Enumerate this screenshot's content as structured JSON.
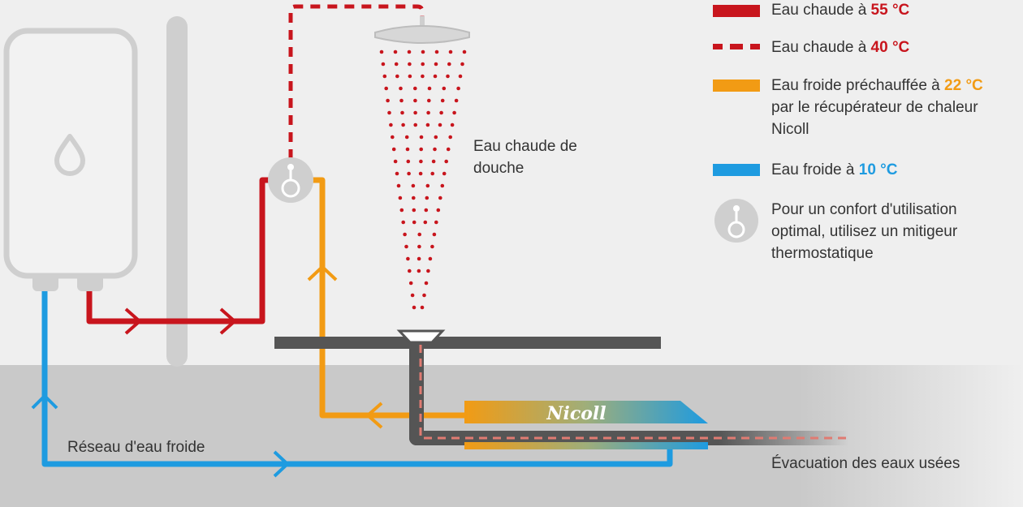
{
  "legend": {
    "hot55_prefix": "Eau chaude à ",
    "hot55_value": "55 °C",
    "hot40_prefix": "Eau chaude à ",
    "hot40_value": "40 °C",
    "preheated_prefix": "Eau froide préchauffée à ",
    "preheated_value": "22 °C",
    "preheated_suffix": "par le récupérateur de chaleur Nicoll",
    "cold_prefix": "Eau froide à ",
    "cold_value": "10 °C",
    "mixer_text": "Pour un confort d'utilisation optimal, utilisez un mitigeur thermostatique"
  },
  "labels": {
    "shower_water": "Eau chaude de douche",
    "cold_network": "Réseau d'eau froide",
    "wastewater": "Évacuation des eaux usées",
    "brand": "Nicoll"
  },
  "colors": {
    "hot": "#c8151d",
    "warm": "#f29b14",
    "cold": "#1e9be0",
    "pipe_grey": "#555555",
    "equipment_grey": "#cccccc"
  }
}
